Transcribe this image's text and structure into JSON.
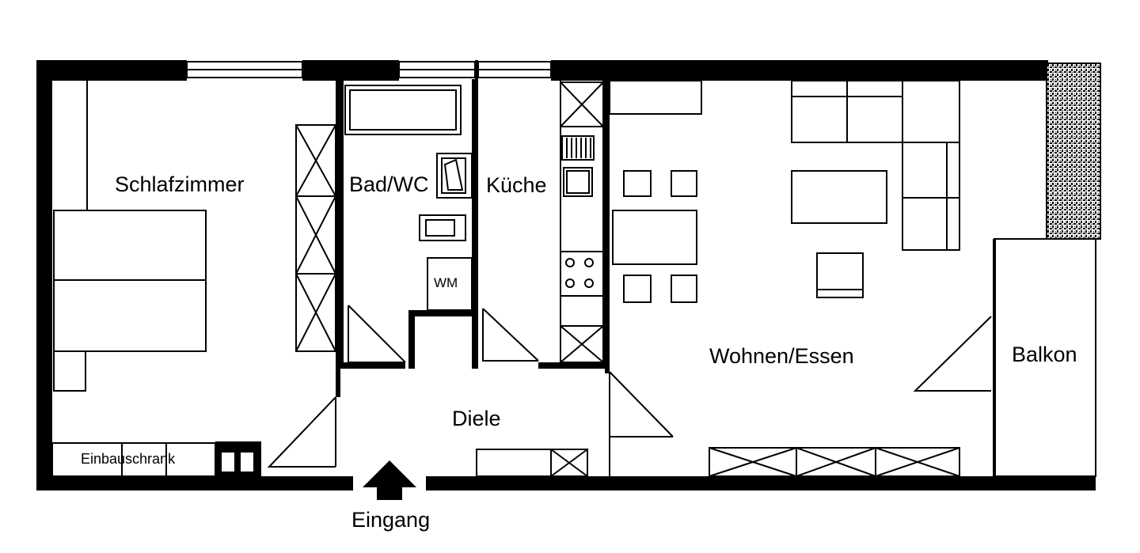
{
  "rooms": {
    "schlafzimmer": "Schlafzimmer",
    "bad": "Bad/WC",
    "kueche": "Küche",
    "wohnen": "Wohnen/Essen",
    "balkon": "Balkon",
    "diele": "Diele"
  },
  "fixtures": {
    "waschmaschine": "WM",
    "einbauschrank": "Einbauschrank"
  },
  "entrance": {
    "label": "Eingang",
    "icon": "arrow-up-icon"
  },
  "colors": {
    "wall": "#000000",
    "background": "#ffffff"
  }
}
